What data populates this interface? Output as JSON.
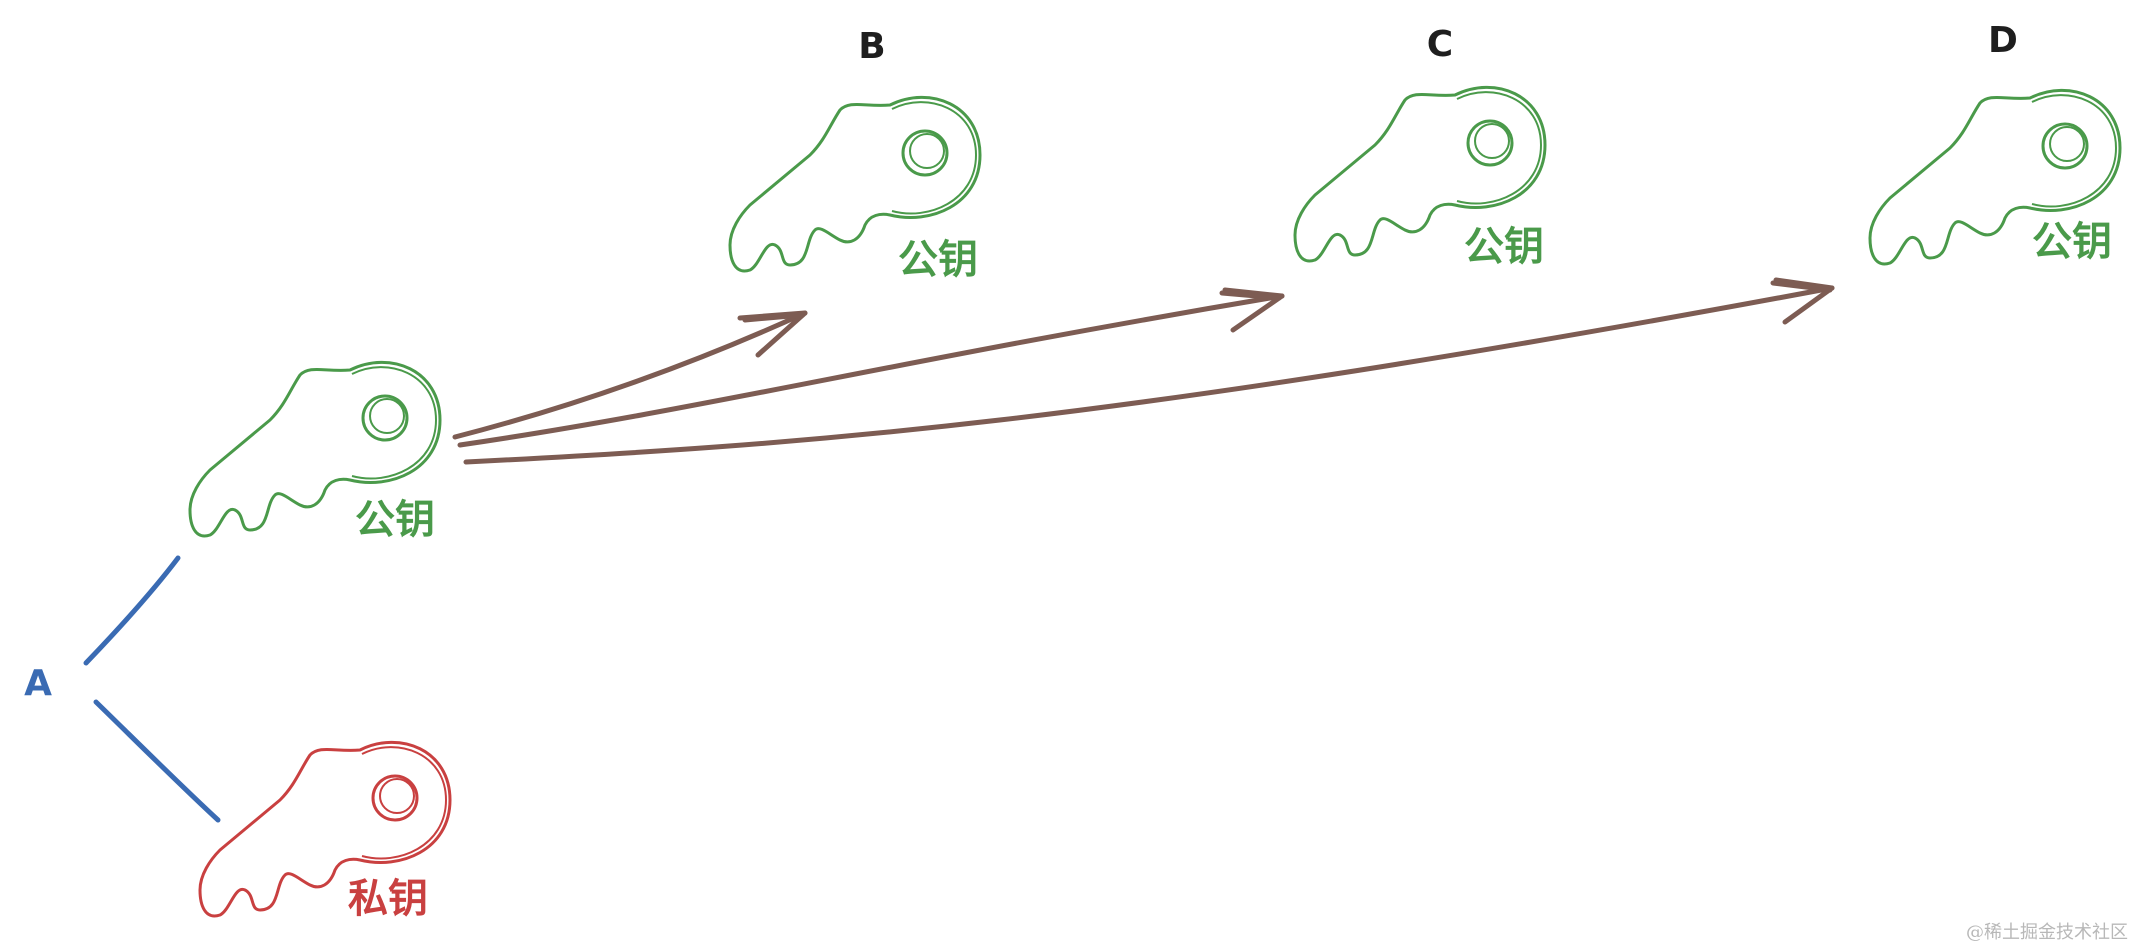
{
  "colors": {
    "blue": "#3a6bb3",
    "green": "#4a9a4a",
    "red": "#c94040",
    "arrow": "#7d5c53",
    "black": "#1e1e1e",
    "watermark": "#b8b8b8"
  },
  "labels": {
    "a": "A",
    "b": "B",
    "c": "C",
    "d": "D",
    "public_key": "公钥",
    "private_key": "私钥"
  },
  "watermark": "@稀土掘金技术社区"
}
